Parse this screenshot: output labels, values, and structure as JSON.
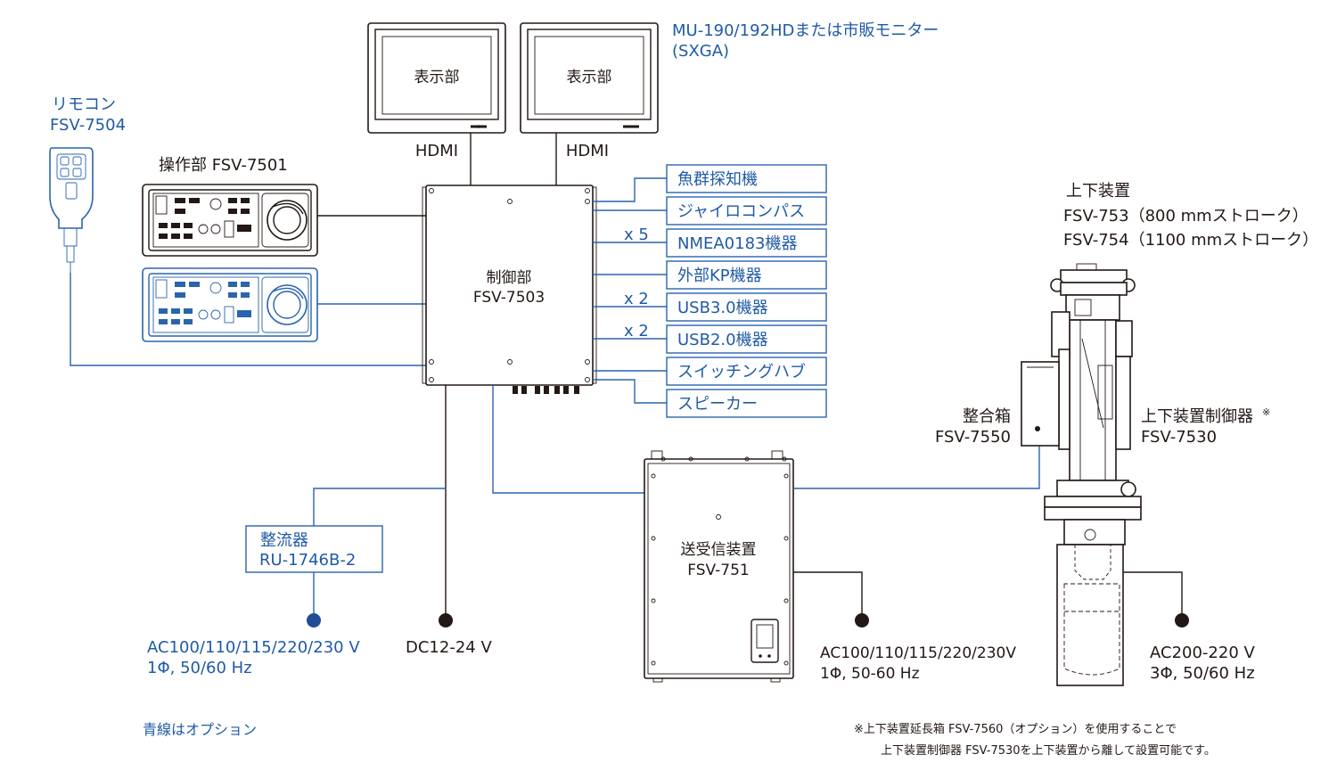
{
  "monitors": {
    "caption_line1": "MU-190/192HDまたは市販モニター",
    "caption_line2": "(SXGA)",
    "screen1_label": "表示部",
    "screen2_label": "表示部",
    "hdmi1": "HDMI",
    "hdmi2": "HDMI"
  },
  "remote": {
    "name": "リモコン",
    "model": "FSV-7504"
  },
  "operation_unit": {
    "label": "操作部 FSV-7501"
  },
  "control_unit": {
    "name": "制御部",
    "model": "FSV-7503"
  },
  "peripherals": [
    {
      "label": "魚群探知機",
      "count": ""
    },
    {
      "label": "ジャイロコンパス",
      "count": ""
    },
    {
      "label": "NMEA0183機器",
      "count": "x 5"
    },
    {
      "label": "外部KP機器",
      "count": ""
    },
    {
      "label": "USB3.0機器",
      "count": "x 2"
    },
    {
      "label": "USB2.0機器",
      "count": "x 2"
    },
    {
      "label": "スイッチングハブ",
      "count": ""
    },
    {
      "label": "スピーカー",
      "count": ""
    }
  ],
  "hoist": {
    "title": "上下装置",
    "model1": "FSV-753（800 mmストローク）",
    "model2": "FSV-754（1100 mmストローク）"
  },
  "junction_box": {
    "name": "整合箱",
    "model": "FSV-7550"
  },
  "hoist_controller": {
    "name": "上下装置制御器",
    "mark": "※",
    "model": "FSV-7530"
  },
  "transceiver": {
    "name": "送受信装置",
    "model": "FSV-751"
  },
  "rectifier": {
    "name": "整流器",
    "model": "RU-1746B-2"
  },
  "power": {
    "rectifier_line1": "AC100/110/115/220/230 V",
    "rectifier_line2": "1Φ, 50/60 Hz",
    "dc": "DC12-24 V",
    "transceiver_line1": "AC100/110/115/220/230V",
    "transceiver_line2": "1Φ, 50-60 Hz",
    "hoist_line1": "AC200-220 V",
    "hoist_line2": "3Φ, 50/60 Hz"
  },
  "legend": "青線はオプション",
  "footnote_line1": "※上下装置延長箱 FSV-7560（オプション）を使用することで",
  "footnote_line2": "上下装置制御器 FSV-7530を上下装置から離して設置可能です。",
  "colors": {
    "black": "#231815",
    "blue": "#2a64ad",
    "blue_text": "#1f5aa6"
  }
}
